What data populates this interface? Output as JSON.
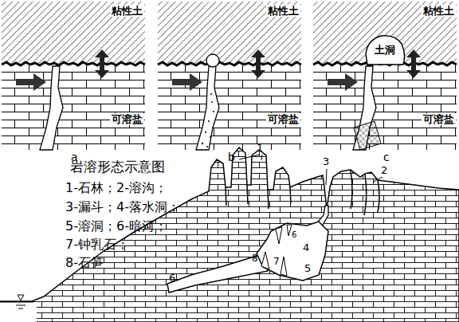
{
  "diagram": {
    "title": "岩溶形态示意图",
    "nodes": [
      {
        "text": [
          "土洞"
        ]
      }
    ],
    "labels": [
      "粘性土",
      "可溶盐",
      "a",
      "粘性土",
      "可溶盐",
      "b",
      "粘性土",
      "可溶盐",
      "c",
      "1-石林；2-溶沟；",
      "3-漏斗；4-落水洞；",
      "5-溶洞；6-暗河；",
      "7-钟乳石；",
      "8-石笋",
      "1",
      "3",
      "2",
      "6",
      "8",
      "7",
      "4",
      "5",
      "6"
    ]
  }
}
